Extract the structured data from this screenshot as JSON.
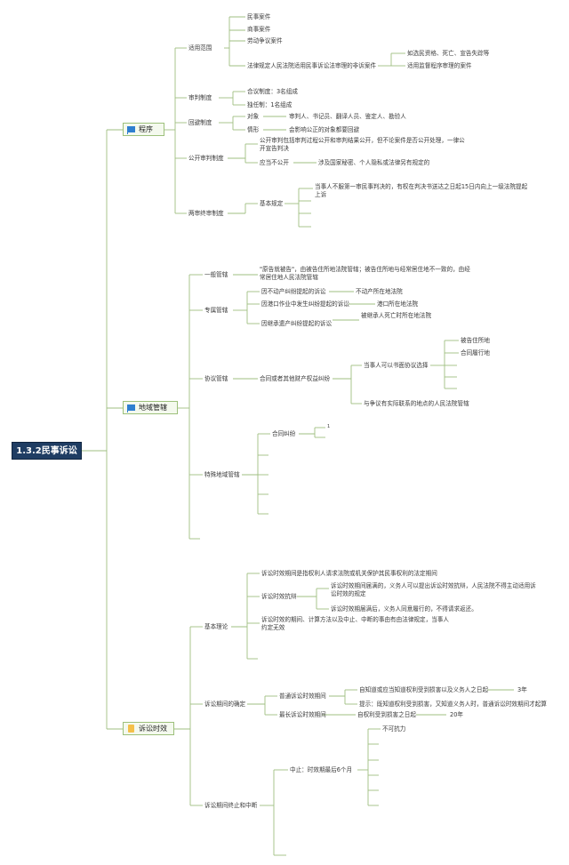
{
  "root": "1.3.2民事诉讼",
  "procedure": {
    "label": "程序",
    "scope": {
      "label": "适用范围",
      "items": [
        "民事案件",
        "商事案件",
        "劳动争议案件",
        "法律规定人民法院适用民事诉讼法审理的非诉案件"
      ],
      "nonlit_items": [
        "如选民资格、死亡、宣告失踪等",
        "适用监督程序审理的案件"
      ]
    },
    "trial": {
      "label": "审判制度",
      "items": [
        "合议制度：3名组成",
        "独任制：1名组成"
      ]
    },
    "recusal": {
      "label": "回避制度",
      "object_label": "对象",
      "object_value": "审判人、书记员、翻译人员、鉴定人、勘验人",
      "case_label": "情形",
      "case_value": "会影响公正的对象都要回避"
    },
    "public": {
      "label": "公开审判制度",
      "item1": "公开审判包括审判过程公开和审判结果公开，但不论案件是否公开处理，一律公开宣告判决",
      "item2_label": "应当不公开",
      "item2_value": "涉及国家秘密、个人隐私或法律另有规定的"
    },
    "final": {
      "label": "两审终审制度",
      "basic_label": "基本规定",
      "basic_value": "当事人不服第一审民事判决的，有权在判决书送达之日起15日内向上一级法院提起上诉"
    }
  },
  "jurisdiction": {
    "label": "地域管辖",
    "general": {
      "label": "一般管辖",
      "value": "\"原告就被告\"，由被告住所地法院管辖；被告住所地与经常居住地不一致的，由经常居住地人民法院管辖"
    },
    "exclusive": {
      "label": "专属管辖",
      "rows": [
        {
          "case": "因不动产纠纷提起的诉讼",
          "court": "不动产所在地法院"
        },
        {
          "case": "因港口作业中发生纠纷提起的诉讼",
          "court": "港口所在地法院"
        },
        {
          "case": "因继承遗产纠纷提起的诉讼",
          "court": "被继承人死亡时所在地法院"
        }
      ]
    },
    "agreement": {
      "label": "协议管辖",
      "dispute": "合同或者其他财产权益纠纷",
      "opt1": "当事人可以书面协议选择",
      "choices": [
        "被告住所地",
        "合同履行地"
      ],
      "opt2": "与争议有实际联系的地点的人民法院管辖"
    },
    "special": {
      "label": "特殊地域管辖",
      "contract": "合同纠纷",
      "small": "1"
    }
  },
  "limitation": {
    "label": "诉讼时效",
    "theory": {
      "label": "基本理论",
      "def": "诉讼时效期间是指权利人请求法院或机关保护其民事权利的法定期间",
      "defense_label": "诉讼时效抗辩",
      "defense1": "诉讼时效期间届满的，义务人可以提出诉讼时效抗辩，人民法院不得主动适用诉讼时效的规定",
      "defense2": "诉讼时效期届满后，义务人同意履行的，不得请求返还。",
      "rule": "诉讼时效的期间、计算方法以及中止、中断的事由有由法律规定，当事人约定无效"
    },
    "determine": {
      "label": "诉讼期间的确定",
      "normal_label": "普通诉讼时效期间",
      "normal_1": "自知道或应当知道权利受到损害以及义务人之日起",
      "normal_years": "3年",
      "normal_2": "提示：既知道权利受到损害，又知道义务人时，普通诉讼时效期间才起算",
      "max_label": "最长诉讼时效期间",
      "max_1": "自权利受到损害之日起",
      "max_years": "20年"
    },
    "suspend": {
      "label": "诉讼期间终止和中断",
      "pause": "中止：时效期最后6个月",
      "force": "不可抗力"
    }
  }
}
